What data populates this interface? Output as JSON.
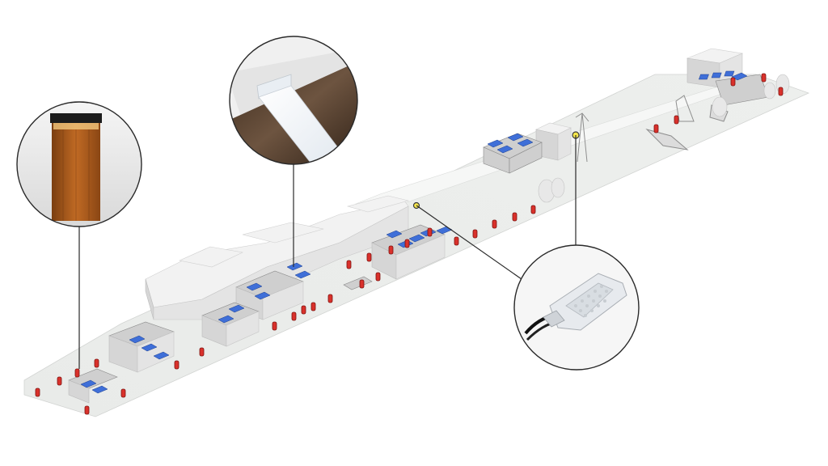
{
  "scene": {
    "callouts": [
      {
        "name": "bollard-light-callout",
        "icon": "wooden-bollard-light-icon"
      },
      {
        "name": "linear-led-profile-callout",
        "icon": "recessed-led-strip-icon"
      },
      {
        "name": "street-light-callout",
        "icon": "led-street-luminaire-icon"
      }
    ]
  },
  "colors": {
    "accent_lamp": "#d9312b",
    "solar_panel": "#3f6fd8",
    "highlight_marker": "#f4e64a"
  }
}
